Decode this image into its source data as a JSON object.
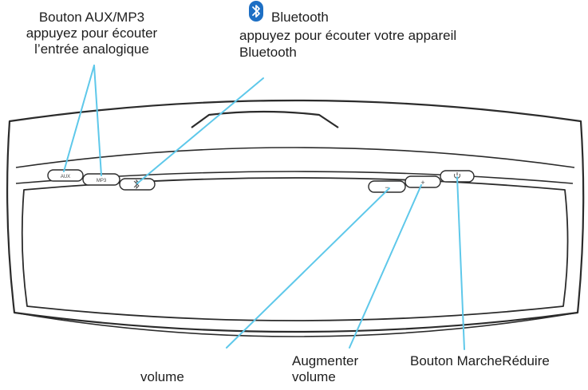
{
  "annotations": {
    "aux_mp3": {
      "title": "Bouton AUX/MP3",
      "line2": "appuyez pour écouter",
      "line3": "l’entrée analogique"
    },
    "bluetooth": {
      "title": "Bluetooth",
      "line2": "appuyez pour écouter votre appareil",
      "line3": "Bluetooth"
    },
    "volume_down": {
      "line1": "volume"
    },
    "volume_up": {
      "line1": "Augmenter",
      "line2": "volume"
    },
    "power": {
      "line1": "Bouton MarcheRéduire"
    }
  },
  "buttons": {
    "aux": "AUX",
    "mp3": "MP3",
    "minus": "−",
    "plus": "+"
  },
  "icons": {
    "bluetooth": "bluetooth-icon",
    "power": "power-icon"
  },
  "colors": {
    "leader_line": "#5ec8ea",
    "bluetooth_badge": "#1d6fc4",
    "outline": "#2b2b2b"
  }
}
